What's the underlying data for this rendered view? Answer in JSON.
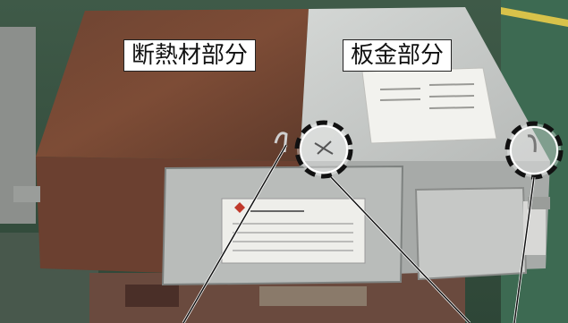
{
  "labels": {
    "insulation_part": "断熱材部分",
    "sheet_metal_part": "板金部分"
  },
  "colors": {
    "insulation_surface": "#7a4a34",
    "sheet_metal_surface": "#c9ccca",
    "callout_circle": "#111111",
    "callout_fill": "#ffffff"
  },
  "callouts": {
    "count": 2,
    "style": "dashed-circle"
  }
}
